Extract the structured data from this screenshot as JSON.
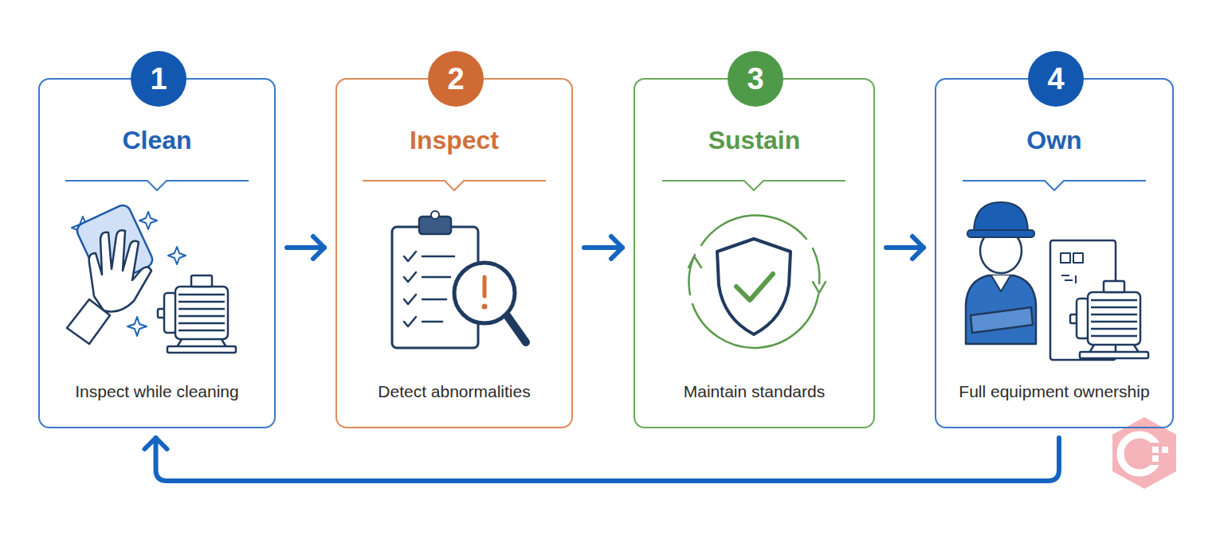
{
  "diagram": {
    "nodes": [
      {
        "text": [
          "Clean",
          "Inspect while cleaning"
        ]
      },
      {
        "text": [
          "1"
        ],
        "in": 0
      },
      {
        "text": [
          "Inspect",
          "Detect abnormalities"
        ]
      },
      {
        "text": [
          "2"
        ],
        "in": 2
      },
      {
        "text": [
          "Sustain",
          "Maintain standards"
        ]
      },
      {
        "text": [
          "3"
        ],
        "in": 4
      },
      {
        "text": [
          "Own",
          "Full equipment ownership"
        ]
      },
      {
        "text": [
          "4"
        ],
        "in": 6
      }
    ],
    "edges": [
      {
        "from": 0,
        "to": 2,
        "arrow": "to"
      },
      {
        "from": 2,
        "to": 4,
        "arrow": "to"
      },
      {
        "from": 4,
        "to": 6,
        "arrow": "to"
      },
      {
        "from": 6,
        "to": 0,
        "arrow": "to"
      }
    ]
  }
}
